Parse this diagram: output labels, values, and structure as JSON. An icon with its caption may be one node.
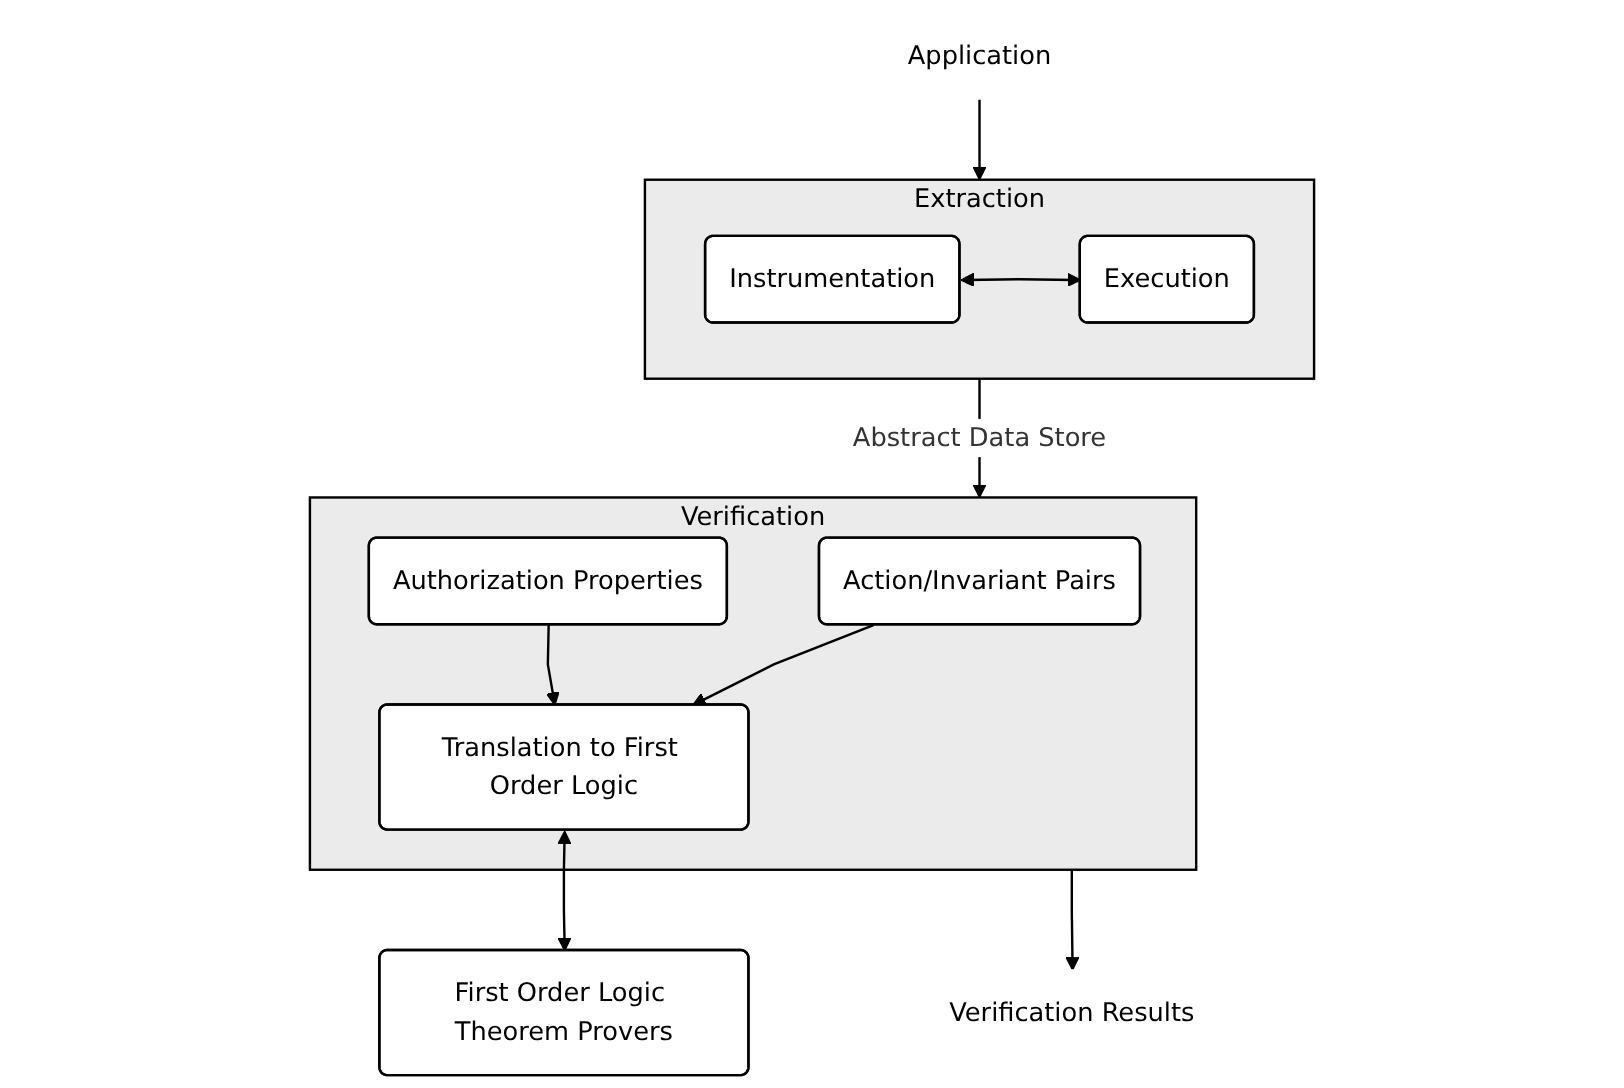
{
  "diagram": {
    "nodes": [
      {
        "text": [
          "Application"
        ]
      },
      {
        "text": [
          "Extraction"
        ]
      },
      {
        "text": [
          "Instrumentation"
        ],
        "in": 1
      },
      {
        "text": [
          "Execution"
        ],
        "in": 1
      },
      {
        "text": [
          "Verification"
        ]
      },
      {
        "text": [
          "Action/Invariant Pairs"
        ],
        "in": 4
      },
      {
        "text": [
          "Authorization Properties"
        ],
        "in": 4
      },
      {
        "text": [
          "Translation to First Order Logic"
        ],
        "in": 4
      },
      {
        "text": [
          "First Order Logic Theorem Provers"
        ]
      },
      {
        "text": [
          "Verification Results"
        ]
      }
    ],
    "edges": [
      {
        "from": 0,
        "to": 1,
        "arrow": "to"
      },
      {
        "from": 2,
        "to": 3,
        "arrow": "both"
      },
      {
        "from": 1,
        "to": 4,
        "arrow": "to",
        "label": "Abstract Data Store"
      },
      {
        "from": 5,
        "to": 7,
        "arrow": "to"
      },
      {
        "from": 6,
        "to": 7,
        "arrow": "to"
      },
      {
        "from": 7,
        "to": 8,
        "arrow": "both"
      },
      {
        "from": 4,
        "to": 9,
        "arrow": "to"
      }
    ]
  }
}
